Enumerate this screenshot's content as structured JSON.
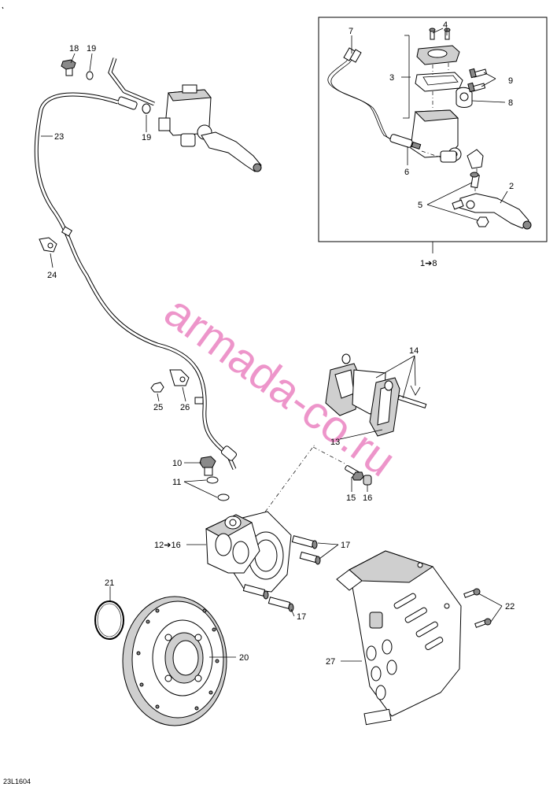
{
  "diagram": {
    "drawing_code": "23L1604",
    "kit_label": "1➔8",
    "caliper_label": "12➔16",
    "watermark": "armada-co.ru",
    "callouts": {
      "c2": "2",
      "c3": "3",
      "c4": "4",
      "c5": "5",
      "c6": "6",
      "c7": "7",
      "c8": "8",
      "c9": "9",
      "c10": "10",
      "c11": "11",
      "c13": "13",
      "c14": "14",
      "c15": "15",
      "c16": "16",
      "c17a": "17",
      "c17b": "17",
      "c18": "18",
      "c19a": "19",
      "c19b": "19",
      "c20": "20",
      "c21": "21",
      "c22": "22",
      "c23": "23",
      "c24": "24",
      "c25": "25",
      "c26": "26",
      "c27": "27"
    }
  }
}
